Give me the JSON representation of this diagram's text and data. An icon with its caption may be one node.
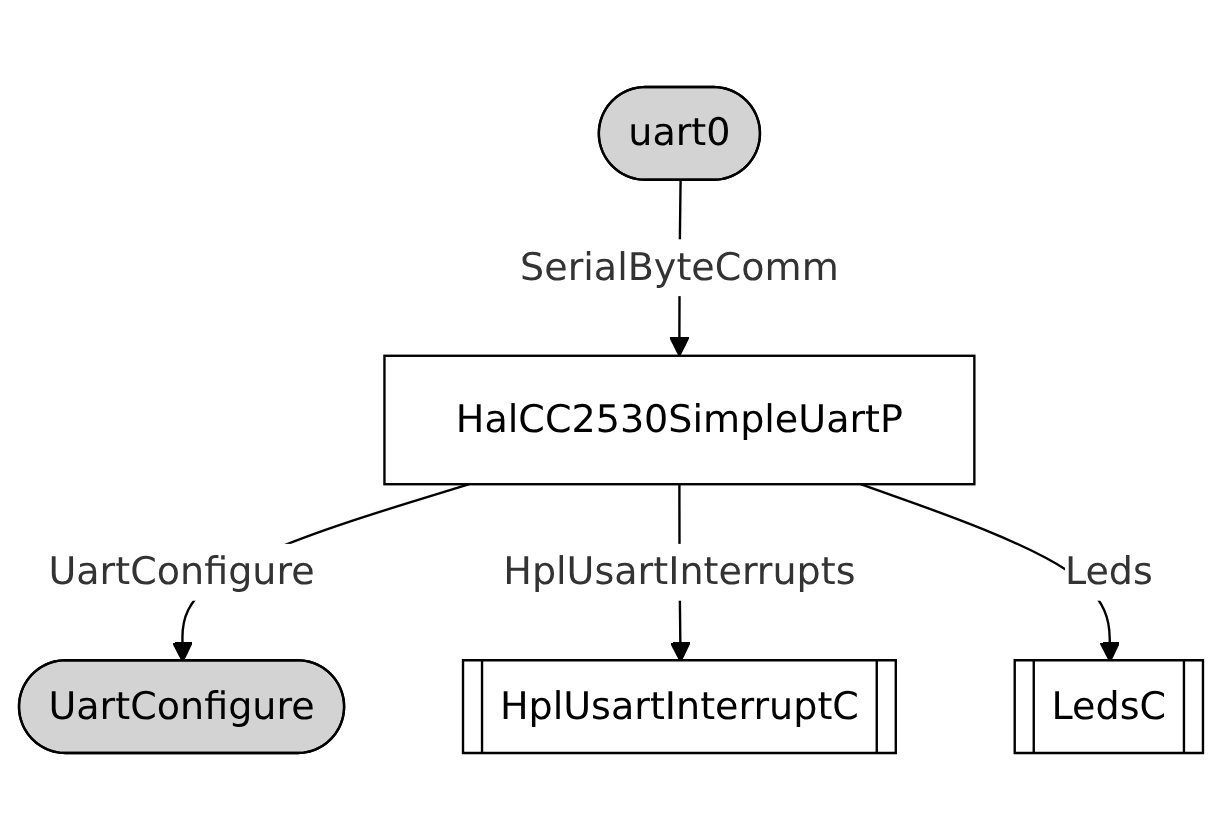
{
  "diagram": {
    "nodes": [
      {
        "text": [
          "uart0"
        ]
      },
      {
        "text": [
          "HalCC2530SimpleUartP"
        ]
      },
      {
        "text": [
          "UartConfigure"
        ]
      },
      {
        "text": [
          "HplUsartInterruptC"
        ]
      },
      {
        "text": [
          "LedsC"
        ]
      }
    ],
    "edges": [
      {
        "from": 0,
        "to": 1,
        "arrow": "to",
        "label": "SerialByteComm"
      },
      {
        "from": 1,
        "to": 2,
        "arrow": "to",
        "label": "UartConfigure"
      },
      {
        "from": 1,
        "to": 3,
        "arrow": "to",
        "label": "HplUsartInterrupts"
      },
      {
        "from": 1,
        "to": 4,
        "arrow": "to",
        "label": "Leds"
      }
    ]
  }
}
